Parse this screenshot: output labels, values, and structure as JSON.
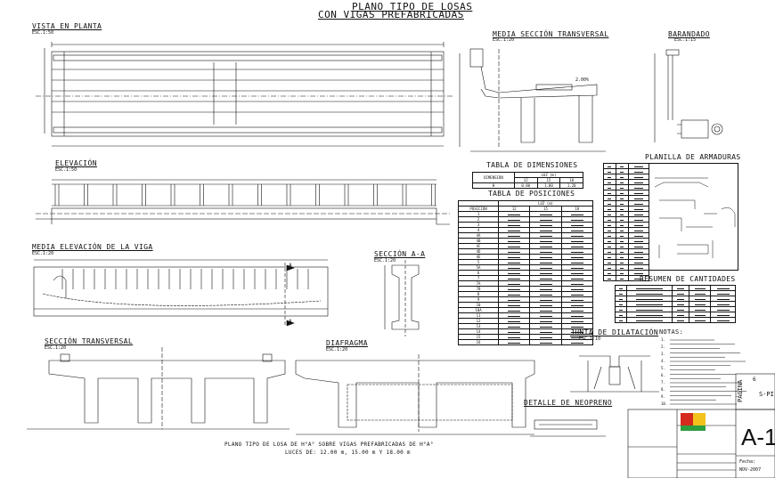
{
  "title": {
    "line1": "PLANO TIPO DE LOSAS",
    "line2": "CON VIGAS PREFABRICADAS"
  },
  "views": {
    "planta": {
      "name": "VISTA EN PLANTA",
      "scale": "ESC.1:50"
    },
    "elevacion": {
      "name": "ELEVACIÓN",
      "scale": "ESC.1:50"
    },
    "media_elev": {
      "name": "MEDIA ELEVACIÓN DE LA VIGA",
      "scale": "ESC.1:20"
    },
    "seccion_aa": {
      "name": "SECCIÓN A-A",
      "scale": "ESC.1:20"
    },
    "seccion_trans": {
      "name": "SECCIÓN TRANSVERSAL",
      "scale": "ESC.1:20"
    },
    "diafragma": {
      "name": "DIAFRAGMA",
      "scale": "ESC.1:20"
    },
    "media_seccion": {
      "name": "MEDIA SECCIÓN TRANSVERSAL",
      "scale": "ESC.1:20"
    },
    "barandado": {
      "name": "BARANDADO",
      "scale": "ESC.1:15"
    },
    "junta": {
      "name": "JUNTA DE DILATACIÓN",
      "scale": "ESC.1:10"
    },
    "neopreno": {
      "name": "DETALLE DE NEOPRENO"
    }
  },
  "labels": {
    "pendiente": "2.00%",
    "section_mark": "A"
  },
  "tabla_dim": {
    "title": "TABLA DE DIMENSIONES",
    "header": [
      "DIMENSIÓN",
      "LUZ (m)"
    ],
    "subheader": [
      "",
      "12",
      "15",
      "18"
    ],
    "rows": [
      [
        "H",
        "0.80",
        "1.00",
        "1.20"
      ]
    ]
  },
  "tabla_pos": {
    "title": "TABLA DE POSICIONES",
    "header": [
      "",
      "LUZ (m)"
    ],
    "subheader": [
      "POSICIÓN",
      "12",
      "15",
      "18"
    ],
    "positions": [
      "1",
      "2",
      "3",
      "4",
      "4A",
      "4B",
      "4C",
      "4D",
      "4E",
      "5",
      "5A",
      "6",
      "7",
      "7A",
      "7B",
      "8",
      "9",
      "10",
      "10A",
      "11",
      "12",
      "13",
      "14",
      "15",
      "16"
    ]
  },
  "planilla": {
    "title": "PLANILLA DE ARMADURAS"
  },
  "resumen": {
    "title": "RESUMEN DE CANTIDADES"
  },
  "notas": {
    "title": "NOTAS:",
    "items": [
      "1.",
      "2.",
      "3.",
      "4.",
      "5.",
      "6.",
      "7.",
      "8.",
      "9.",
      "10."
    ]
  },
  "footer": {
    "line1": "PLANO TIPO DE LOSA DE H°A° SOBRE VIGAS PREFABRICADAS DE H°A°",
    "line2": "LUCES DE: 12.00 m, 15.00 m Y 18.00 m"
  },
  "titleblock": {
    "sheet": "A-1",
    "pagina_label": "PÁGINA",
    "pagina_num": "6",
    "code": "S-PI",
    "fecha_label": "Fecha:",
    "fecha": "NOV-2007"
  },
  "colors": {
    "line": "#111111",
    "logo_red": "#d62a1e",
    "logo_green": "#2e9e3e",
    "logo_yellow": "#f2c21b"
  }
}
